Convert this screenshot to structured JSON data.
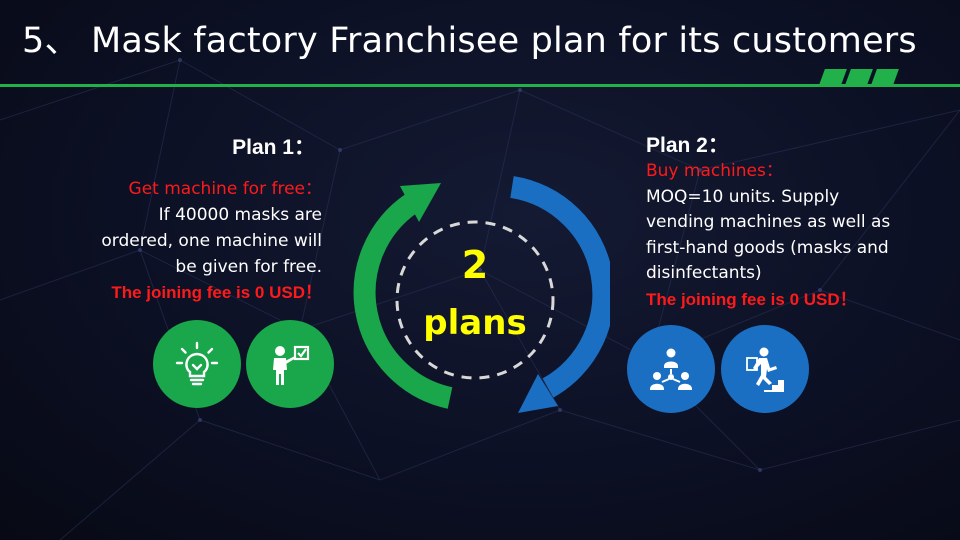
{
  "slide": {
    "title": "5、 Mask factory Franchisee plan for its customers",
    "accent_green": "#22b04b",
    "accent_blue": "#1a6fc2",
    "highlight_yellow": "#ffff00",
    "alert_red": "#ff1a1a"
  },
  "plan1": {
    "heading": "Plan 1：",
    "offer": "Get machine for free：",
    "lines": [
      "If 40000 masks are",
      "ordered, one machine will",
      "be given for free."
    ],
    "fee": "The joining fee is 0 USD！",
    "icons": [
      "lightbulb-icon",
      "presenter-checklist-icon"
    ]
  },
  "plan2": {
    "heading": "Plan 2：",
    "offer": "Buy machines：",
    "lines": [
      "MOQ=10 units. Supply",
      "vending machines as well as",
      "first-hand goods (masks and",
      "disinfectants)"
    ],
    "fee": "The joining fee is 0 USD！",
    "icons": [
      "team-network-icon",
      "person-climbing-stairs-icon"
    ]
  },
  "center": {
    "number": "2",
    "word": "plans"
  }
}
